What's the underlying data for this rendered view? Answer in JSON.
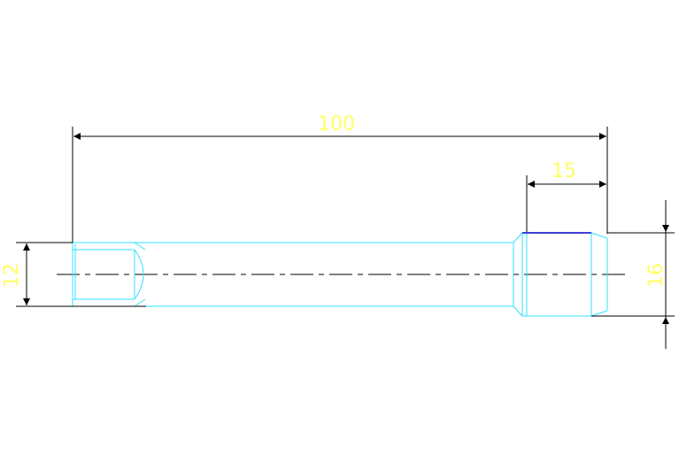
{
  "colors": {
    "background": "#ffffff",
    "dimension_line": "#000000",
    "dimension_text": "#ffff66",
    "part_outline": "#33e0ff",
    "edge_highlight": "#0000cc",
    "centerline": "#000000"
  },
  "dimensions": {
    "overall_length": "100",
    "collar_length": "15",
    "shaft_diameter": "12",
    "collar_diameter": "16"
  }
}
